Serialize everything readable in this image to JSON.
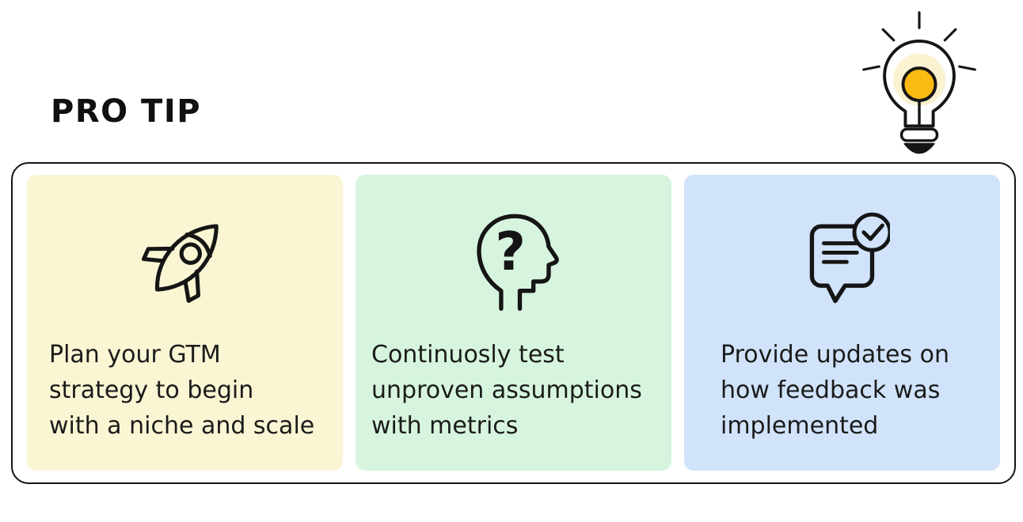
{
  "header": {
    "title": "PRO TIP"
  },
  "decor": {
    "lightbulb_icon": "glowing-lightbulb",
    "bulb_glow_color": "#FBF2D2",
    "bulb_center_color": "#FBBA12",
    "outline_color": "#141414",
    "text_color": "#1B1B1B"
  },
  "panel": {
    "cards": [
      {
        "name": "plan-gtm-strategy",
        "background": "#FAF5D3",
        "icon": "rocket-icon",
        "lines": [
          "Plan your GTM",
          "strategy to begin",
          "with a niche and scale"
        ]
      },
      {
        "name": "test-assumptions",
        "background": "#D7F5DE",
        "icon": "question-head-icon",
        "lines": [
          "Continuosly test",
          "unproven assumptions",
          "with metrics"
        ]
      },
      {
        "name": "feedback-updates",
        "background": "#D0E3FA",
        "icon": "feedback-check-icon",
        "lines": [
          "Provide updates on",
          "how feedback was",
          "implemented"
        ]
      }
    ]
  }
}
